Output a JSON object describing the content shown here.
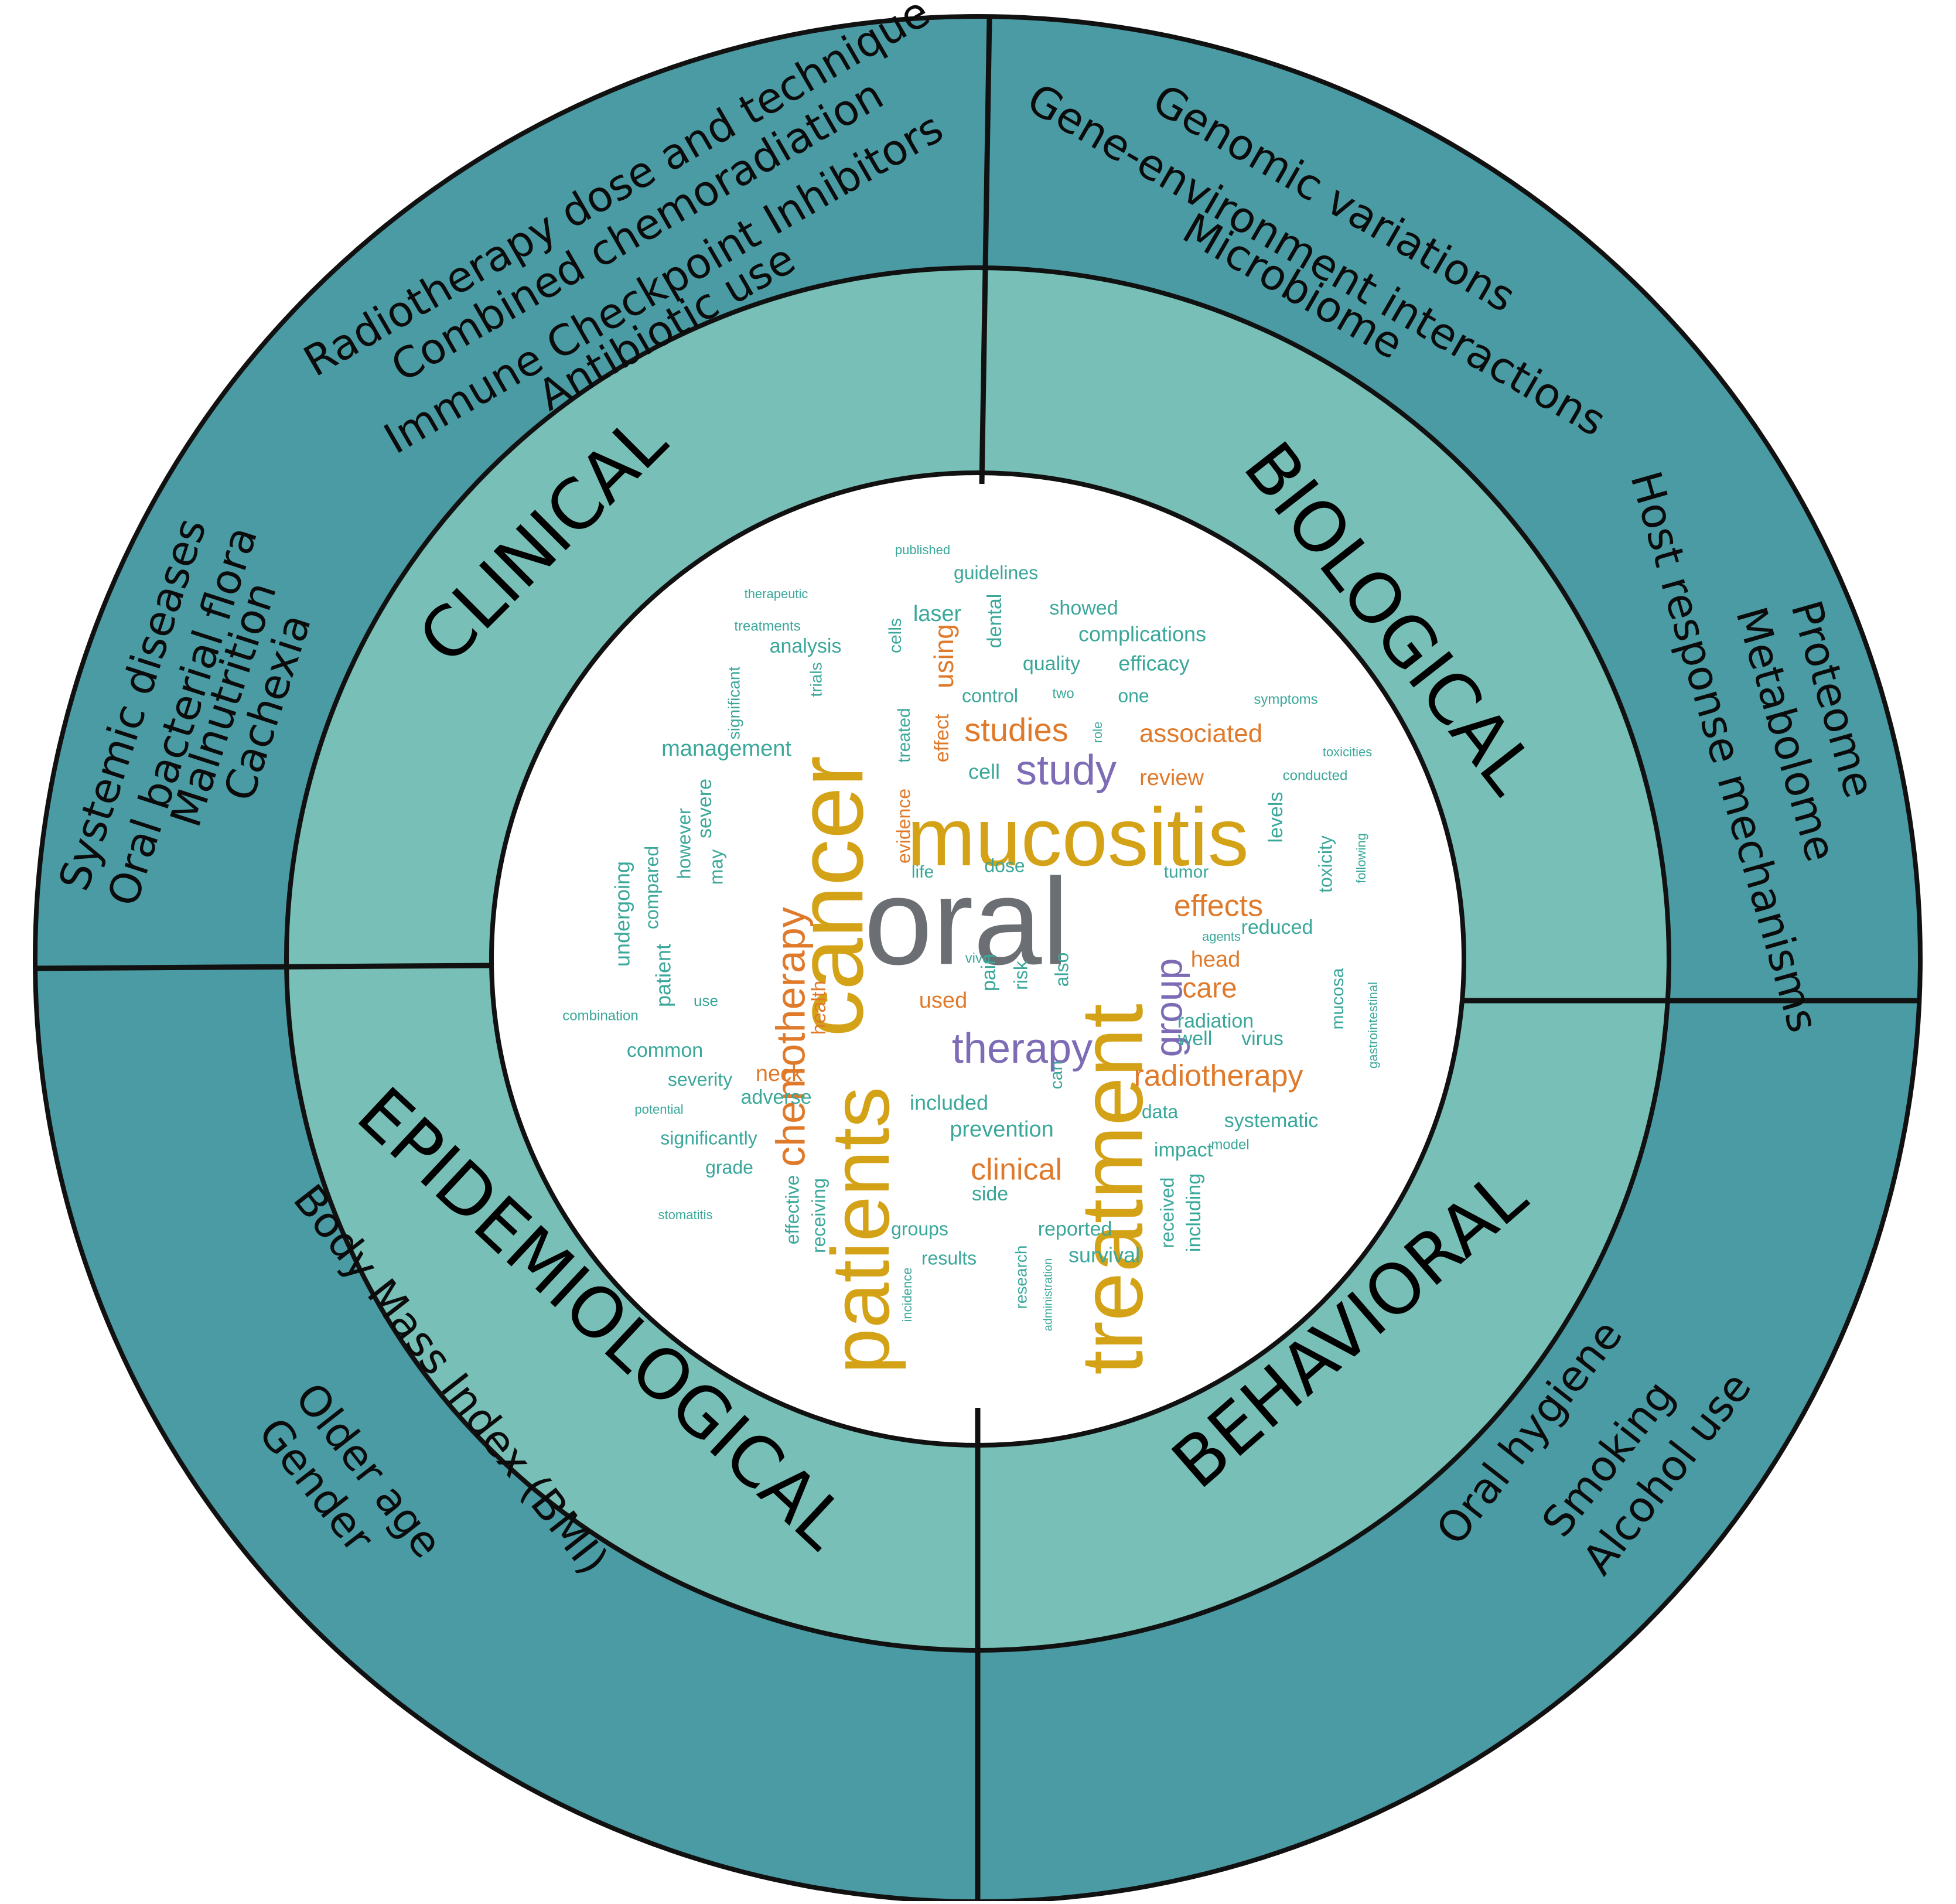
{
  "colors": {
    "outer_ring": "#4b9ba4",
    "inner_ring": "#78c0b7",
    "center": "#ffffff",
    "line": "#111111",
    "word_orange": "#e07a2b",
    "word_gold": "#d4a216",
    "word_teal": "#3aa79a",
    "word_purple": "#7d6bb6",
    "word_gray": "#6b6f73"
  },
  "quadrants": {
    "clinical": {
      "label": "CLINICAL",
      "outer_top": [
        "Radiotherapy dose and technique",
        "Combined chemoradiation",
        "Immune Checkpoint Inhibitors",
        "Antibiotic use"
      ],
      "outer_left": [
        "Systemic diseases",
        "Oral bacterial flora",
        "Malnutrition",
        "Cachexia"
      ]
    },
    "biological": {
      "label": "BIOLOGICAL",
      "outer_top": [
        "Genomic variations",
        "Gene-environment interactions",
        "Microbiome"
      ],
      "outer_right": [
        "Proteome",
        "Metabolome",
        "Host response mechanisms"
      ]
    },
    "epidemiological": {
      "label": "EPIDEMIOLOGICAL",
      "outer": [
        "Body Mass Index (BMI)",
        "Older age",
        "Gender"
      ]
    },
    "behavioral": {
      "label": "BEHAVIORAL",
      "outer": [
        "Oral hygiene",
        "Smoking",
        "Alcohol use"
      ]
    }
  },
  "wordcloud": [
    {
      "text": "oral",
      "color": "gray"
    },
    {
      "text": "cancer",
      "color": "gold"
    },
    {
      "text": "mucositis",
      "color": "gold"
    },
    {
      "text": "patients",
      "color": "gold"
    },
    {
      "text": "treatment",
      "color": "gold"
    },
    {
      "text": "chemotherapy",
      "color": "orange"
    },
    {
      "text": "therapy",
      "color": "purple"
    },
    {
      "text": "study",
      "color": "purple"
    },
    {
      "text": "group",
      "color": "purple"
    },
    {
      "text": "studies",
      "color": "orange"
    },
    {
      "text": "effects",
      "color": "orange"
    },
    {
      "text": "radiotherapy",
      "color": "orange"
    },
    {
      "text": "clinical",
      "color": "orange"
    },
    {
      "text": "care",
      "color": "orange"
    },
    {
      "text": "associated",
      "color": "orange"
    },
    {
      "text": "using",
      "color": "orange"
    },
    {
      "text": "review",
      "color": "orange"
    },
    {
      "text": "head",
      "color": "orange"
    },
    {
      "text": "neck",
      "color": "orange"
    },
    {
      "text": "used",
      "color": "orange"
    },
    {
      "text": "health",
      "color": "orange"
    },
    {
      "text": "effect",
      "color": "orange"
    },
    {
      "text": "evidence",
      "color": "orange"
    },
    {
      "text": "management",
      "color": "teal"
    },
    {
      "text": "laser",
      "color": "teal"
    },
    {
      "text": "guidelines",
      "color": "teal"
    },
    {
      "text": "showed",
      "color": "teal"
    },
    {
      "text": "complications",
      "color": "teal"
    },
    {
      "text": "quality",
      "color": "teal"
    },
    {
      "text": "efficacy",
      "color": "teal"
    },
    {
      "text": "control",
      "color": "teal"
    },
    {
      "text": "one",
      "color": "teal"
    },
    {
      "text": "cell",
      "color": "teal"
    },
    {
      "text": "dose",
      "color": "teal"
    },
    {
      "text": "life",
      "color": "teal"
    },
    {
      "text": "tumor",
      "color": "teal"
    },
    {
      "text": "reduced",
      "color": "teal"
    },
    {
      "text": "radiation",
      "color": "teal"
    },
    {
      "text": "well",
      "color": "teal"
    },
    {
      "text": "virus",
      "color": "teal"
    },
    {
      "text": "data",
      "color": "teal"
    },
    {
      "text": "systematic",
      "color": "teal"
    },
    {
      "text": "impact",
      "color": "teal"
    },
    {
      "text": "included",
      "color": "teal"
    },
    {
      "text": "prevention",
      "color": "teal"
    },
    {
      "text": "adverse",
      "color": "teal"
    },
    {
      "text": "common",
      "color": "teal"
    },
    {
      "text": "severity",
      "color": "teal"
    },
    {
      "text": "significantly",
      "color": "teal"
    },
    {
      "text": "grade",
      "color": "teal"
    },
    {
      "text": "side",
      "color": "teal"
    },
    {
      "text": "groups",
      "color": "teal"
    },
    {
      "text": "results",
      "color": "teal"
    },
    {
      "text": "reported",
      "color": "teal"
    },
    {
      "text": "survival",
      "color": "teal"
    },
    {
      "text": "analysis",
      "color": "teal"
    },
    {
      "text": "trials",
      "color": "teal"
    },
    {
      "text": "treatments",
      "color": "teal"
    },
    {
      "text": "therapeutic",
      "color": "teal"
    },
    {
      "text": "published",
      "color": "teal"
    },
    {
      "text": "dental",
      "color": "teal"
    },
    {
      "text": "cells",
      "color": "teal"
    },
    {
      "text": "symptoms",
      "color": "teal"
    },
    {
      "text": "toxicities",
      "color": "teal"
    },
    {
      "text": "conducted",
      "color": "teal"
    },
    {
      "text": "levels",
      "color": "teal"
    },
    {
      "text": "toxicity",
      "color": "teal"
    },
    {
      "text": "following",
      "color": "teal"
    },
    {
      "text": "agents",
      "color": "teal"
    },
    {
      "text": "mucosa",
      "color": "teal"
    },
    {
      "text": "gastrointestinal",
      "color": "teal"
    },
    {
      "text": "combination",
      "color": "teal"
    },
    {
      "text": "potential",
      "color": "teal"
    },
    {
      "text": "stomatitis",
      "color": "teal"
    },
    {
      "text": "effective",
      "color": "teal"
    },
    {
      "text": "receiving",
      "color": "teal"
    },
    {
      "text": "incidence",
      "color": "teal"
    },
    {
      "text": "research",
      "color": "teal"
    },
    {
      "text": "administration",
      "color": "teal"
    },
    {
      "text": "received",
      "color": "teal"
    },
    {
      "text": "including",
      "color": "teal"
    },
    {
      "text": "also",
      "color": "teal"
    },
    {
      "text": "risk",
      "color": "teal"
    },
    {
      "text": "pain",
      "color": "teal"
    },
    {
      "text": "can",
      "color": "teal"
    },
    {
      "text": "patient",
      "color": "teal"
    },
    {
      "text": "undergoing",
      "color": "teal"
    },
    {
      "text": "compared",
      "color": "teal"
    },
    {
      "text": "however",
      "color": "teal"
    },
    {
      "text": "severe",
      "color": "teal"
    },
    {
      "text": "may",
      "color": "teal"
    },
    {
      "text": "significant",
      "color": "teal"
    },
    {
      "text": "treated",
      "color": "teal"
    },
    {
      "text": "use",
      "color": "teal"
    },
    {
      "text": "model",
      "color": "teal"
    },
    {
      "text": "role",
      "color": "teal"
    },
    {
      "text": "two",
      "color": "teal"
    },
    {
      "text": "vivo",
      "color": "teal"
    }
  ]
}
